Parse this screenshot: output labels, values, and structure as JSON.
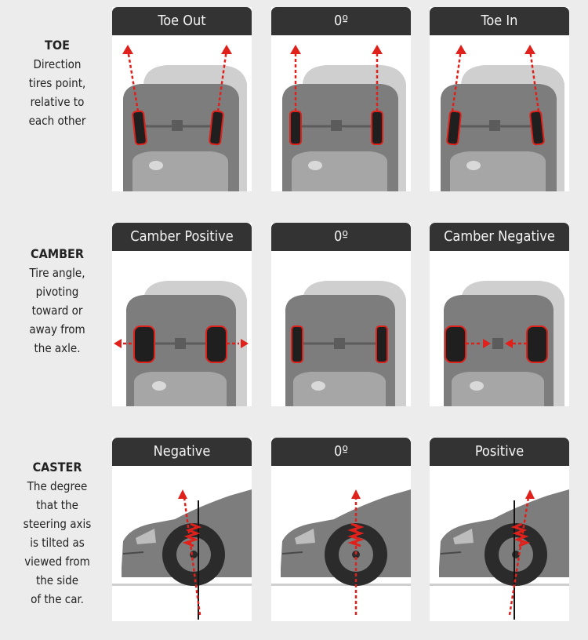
{
  "rows": [
    {
      "key": "toe",
      "title": "TOE",
      "desc": [
        "Direction",
        "tires point,",
        "relative to",
        "each other"
      ],
      "panels": [
        "Toe Out",
        "0º",
        "Toe In"
      ]
    },
    {
      "key": "camber",
      "title": "CAMBER",
      "desc": [
        "Tire angle,",
        "pivoting",
        "toward or",
        "away from",
        "the axle."
      ],
      "panels": [
        "Camber Positive",
        "0º",
        "Camber Negative"
      ]
    },
    {
      "key": "caster",
      "title": "CASTER",
      "desc": [
        "The degree",
        "that the",
        "steering axis",
        "is tilted as",
        "viewed from",
        "the side",
        "of the car."
      ],
      "panels": [
        "Negative",
        "0º",
        "Positive"
      ]
    }
  ],
  "colors": {
    "header": "#333333",
    "accent": "#e0201b",
    "car": "#7d7d7d",
    "car_shadow": "#cfcfcf",
    "background": "#ececec"
  }
}
